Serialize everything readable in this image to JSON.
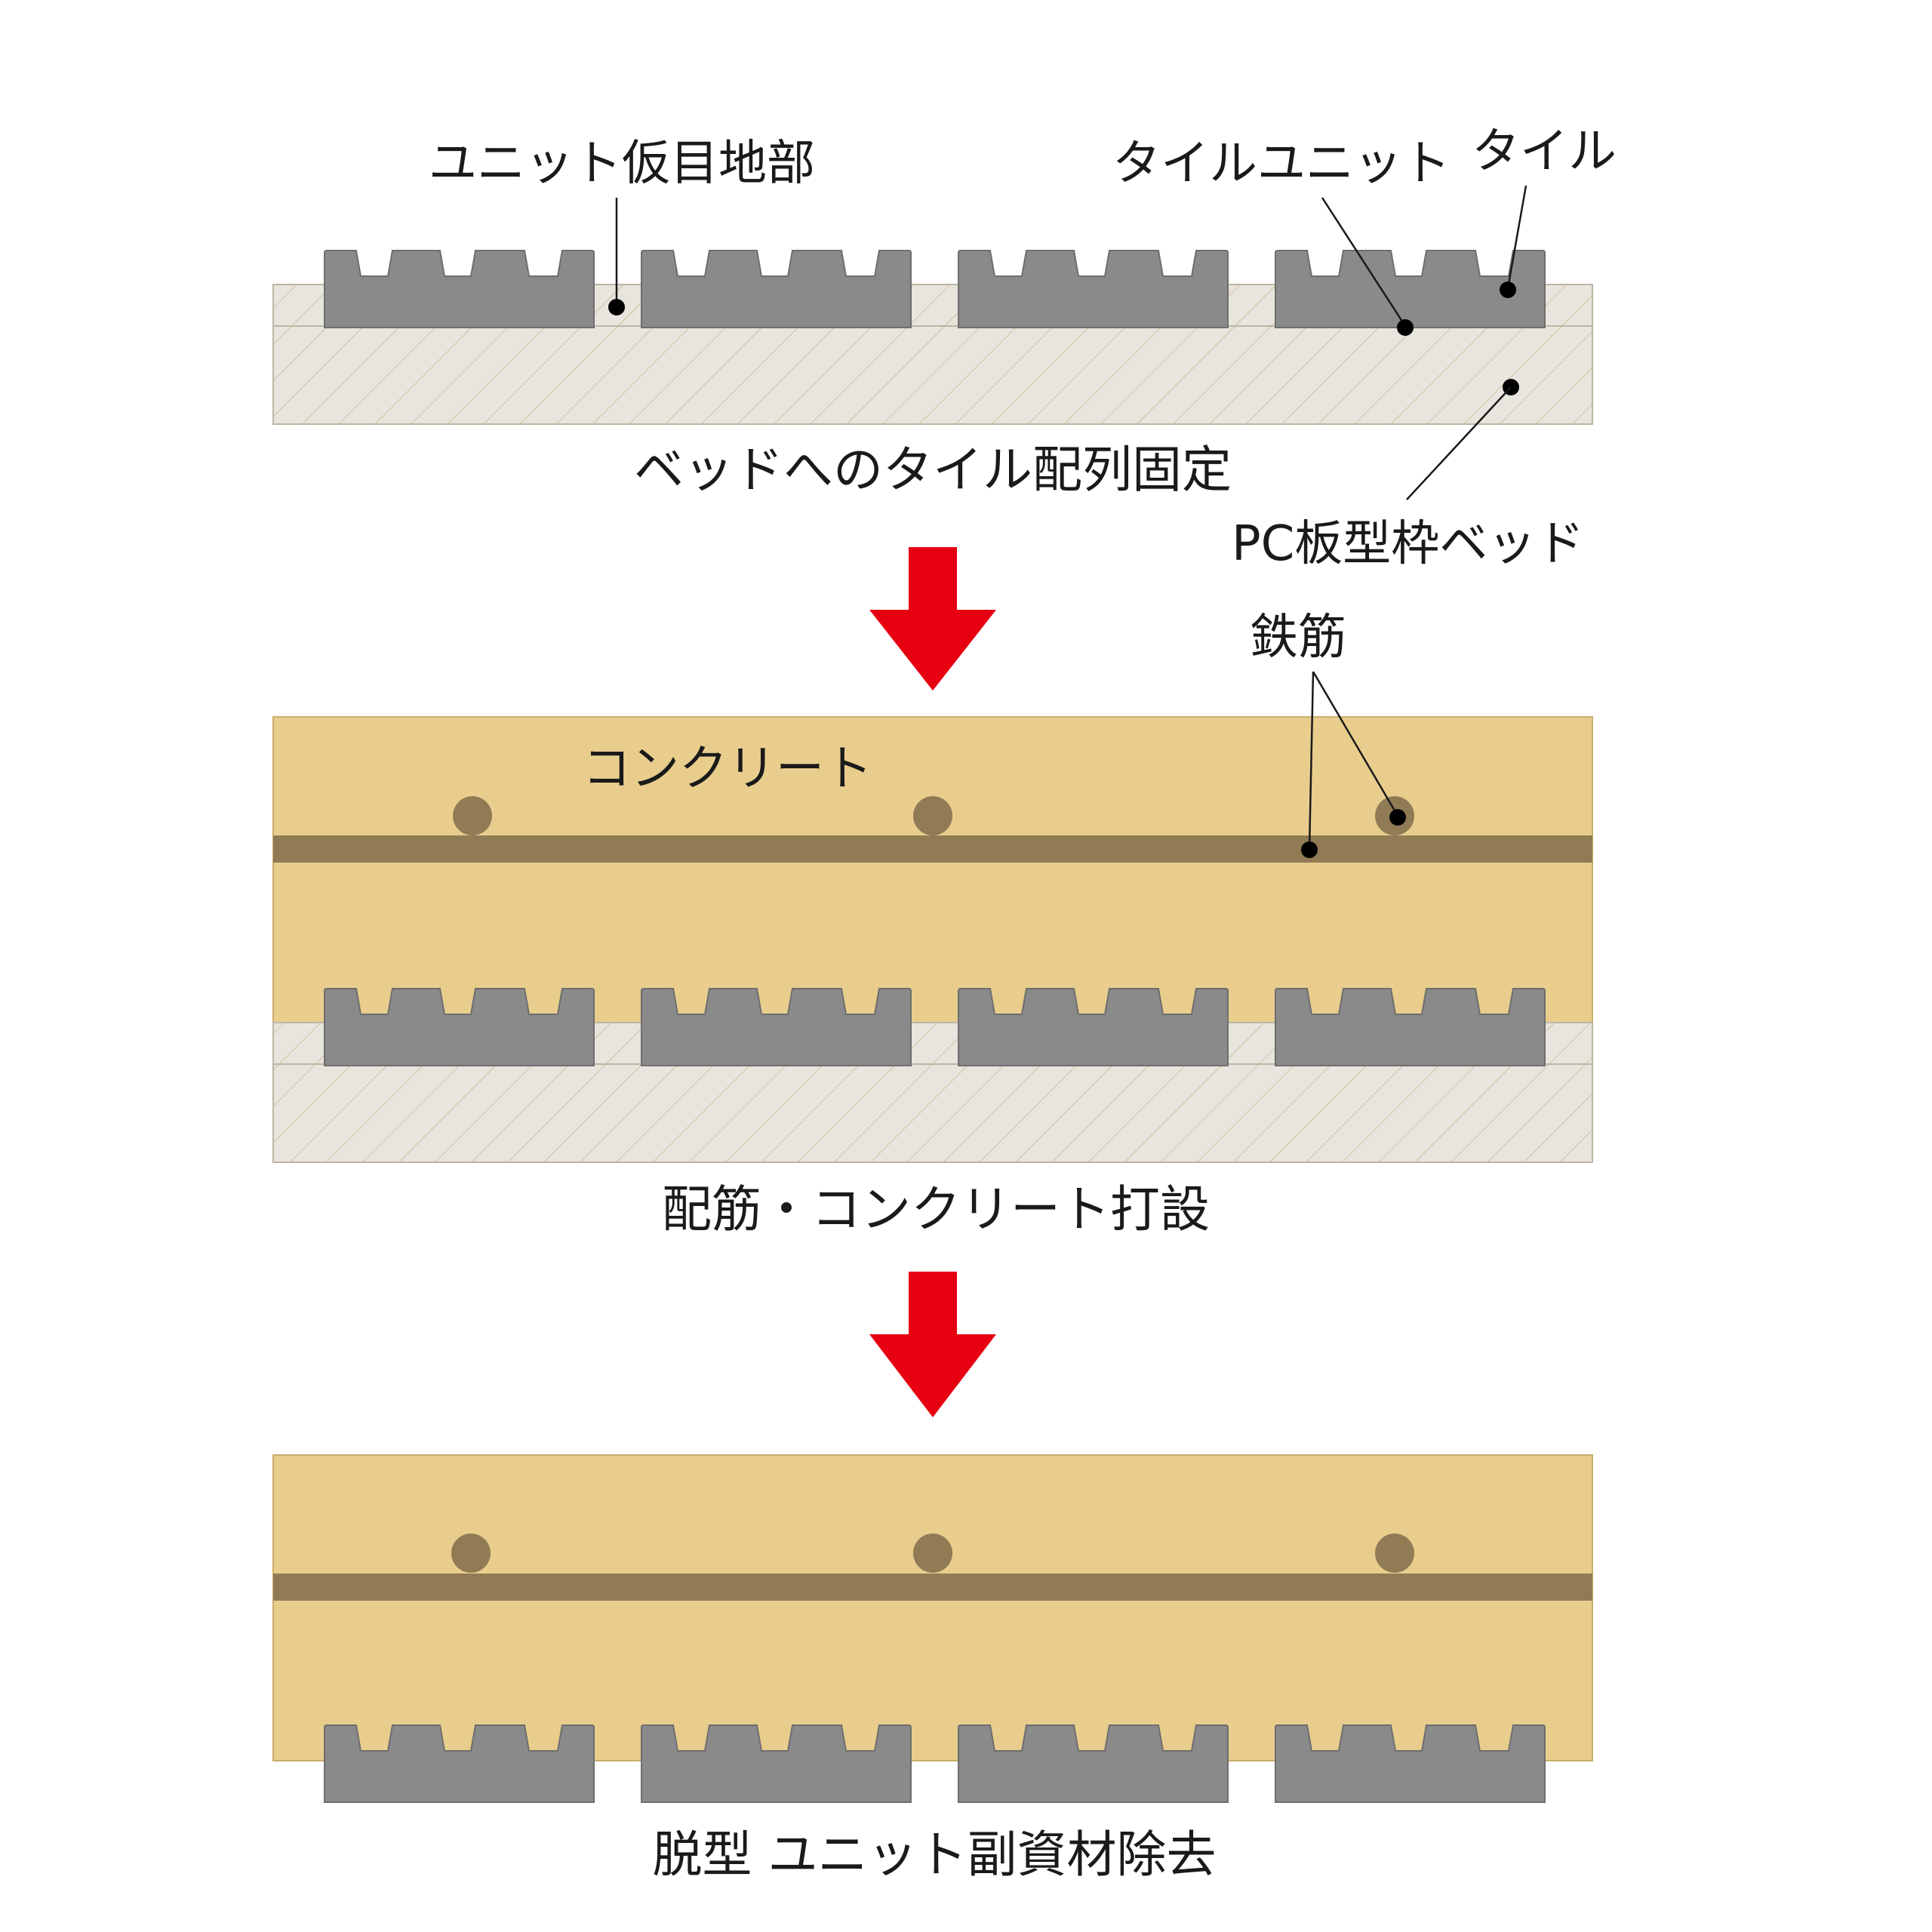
{
  "labels": {
    "unit_joint": "ユニット仮目地部",
    "tile_unit": "タイルユニット",
    "tile": "タイル",
    "pc_bed": "PC板型枠ベッド",
    "rebar": "鉄筋",
    "concrete": "コンクリート"
  },
  "steps": [
    {
      "caption": "ベッドへのタイル配列固定"
    },
    {
      "caption": "配筋・コンクリート打設"
    },
    {
      "caption": "脱型 ユニット副資材除去"
    }
  ],
  "colors": {
    "tile": "#8a8a8a",
    "tile_edge": "#6e6e6e",
    "bed": "#e8e5de",
    "bed_hatch": "#d3c8a8",
    "concrete": "#e8cd8d",
    "concrete_edge": "#c9ad6a",
    "rebar": "#907b55",
    "arrow": "#e60012"
  }
}
